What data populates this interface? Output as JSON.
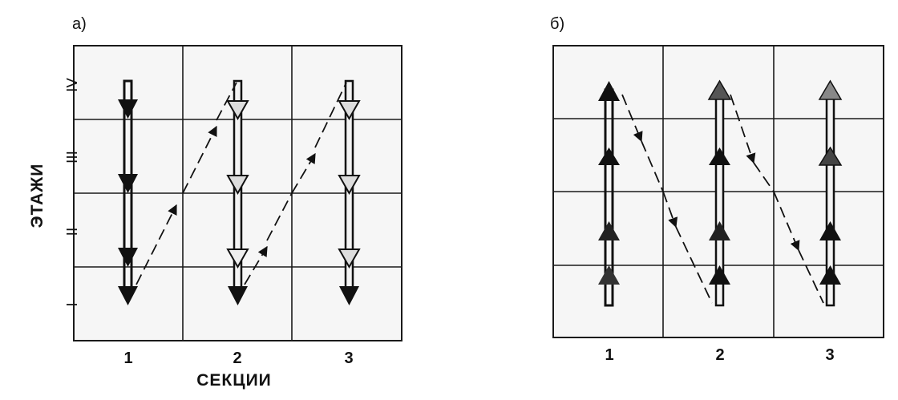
{
  "panels": {
    "a": {
      "label": "а)",
      "columns": [
        "1",
        "2",
        "3"
      ],
      "floors": [
        "I",
        "II",
        "III",
        "IV"
      ],
      "x_axis_label": "СЕКЦИИ",
      "y_axis_label": "ЭТАЖИ"
    },
    "b": {
      "label": "б)",
      "columns": [
        "1",
        "2",
        "3"
      ]
    }
  },
  "colors": {
    "stroke": "#111111",
    "grid": "#1a1a1a",
    "background": "#f6f6f6"
  }
}
